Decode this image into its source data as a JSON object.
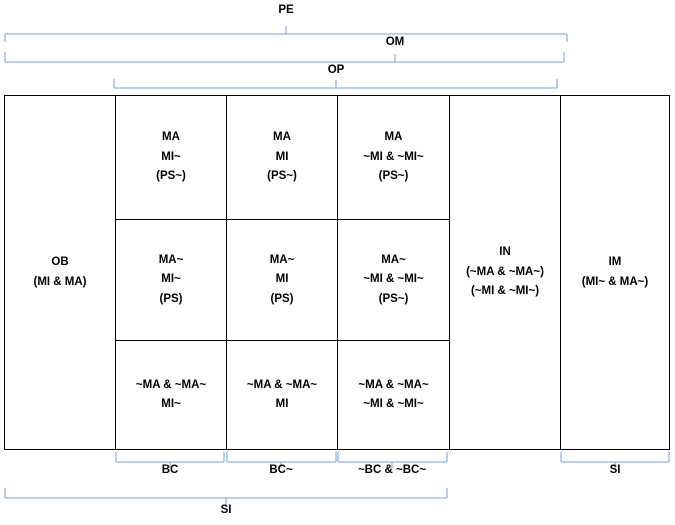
{
  "diagram": {
    "brace_labels": {
      "pe": "PE",
      "om": "OM",
      "op": "OP",
      "bc": "BC",
      "bc_neg": "BC~",
      "bc_both": "~BC & ~BC~",
      "si_bottom": "SI",
      "si_right": "SI"
    },
    "columns": [
      {
        "name": "ob",
        "cells": [
          {
            "lines": [
              "OB",
              "(MI & MA)"
            ]
          }
        ]
      },
      {
        "name": "bc",
        "cells": [
          {
            "lines": [
              "MA",
              "MI~",
              "(PS~)"
            ]
          },
          {
            "lines": [
              "MA~",
              "MI~",
              "(PS)"
            ]
          },
          {
            "lines": [
              "~MA & ~MA~",
              "MI~"
            ]
          }
        ]
      },
      {
        "name": "bc-neg",
        "cells": [
          {
            "lines": [
              "MA",
              "MI",
              "(PS~)"
            ]
          },
          {
            "lines": [
              "MA~",
              "MI",
              "(PS)"
            ]
          },
          {
            "lines": [
              "~MA & ~MA~",
              "MI"
            ]
          }
        ]
      },
      {
        "name": "bc-both",
        "cells": [
          {
            "lines": [
              "MA",
              "~MI & ~MI~",
              "(PS~)"
            ]
          },
          {
            "lines": [
              "MA~",
              "~MI & ~MI~",
              "(PS~)"
            ]
          },
          {
            "lines": [
              "~MA & ~MA~",
              "~MI & ~MI~"
            ]
          }
        ]
      },
      {
        "name": "in",
        "cells": [
          {
            "lines": [
              "IN",
              "(~MA & ~MA~)",
              "(~MI & ~MI~)"
            ]
          }
        ]
      },
      {
        "name": "im",
        "cells": [
          {
            "lines": [
              "IM",
              "(MI~ & MA~)"
            ]
          }
        ]
      }
    ]
  }
}
